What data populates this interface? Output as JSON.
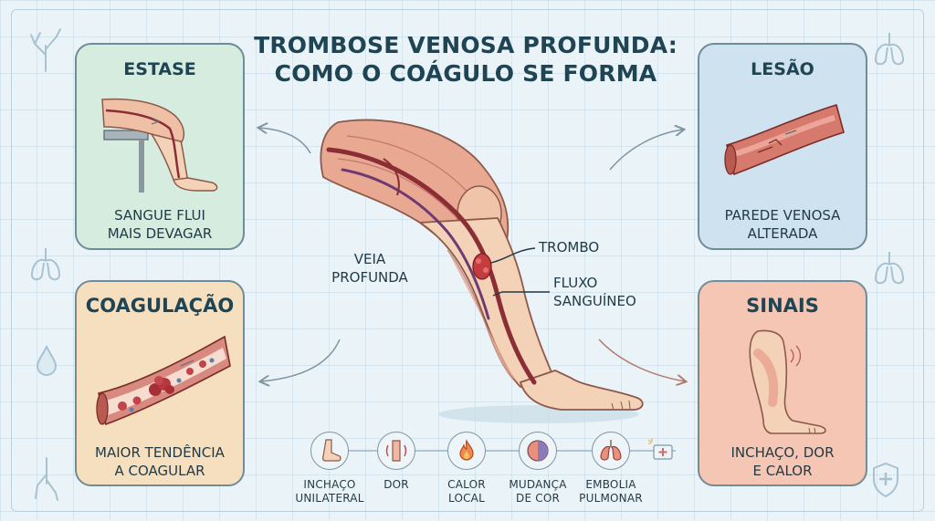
{
  "title": "TROMBOSE VENOSA PROFUNDA:\nCOMO O COÁGULO SE FORMA",
  "cards": {
    "estase": {
      "title": "ESTASE",
      "caption": "SANGUE FLUI\nMAIS DEVAGAR",
      "color": "#d6ecdf"
    },
    "lesao": {
      "title": "LESÃO",
      "caption": "PAREDE VENOSA\nALTERADA",
      "color": "#cfe2ef"
    },
    "coagulacao": {
      "title": "COAGULAÇÃO",
      "caption": "MAIOR TENDÊNCIA\nA COAGULAR",
      "color": "#f6dfbf"
    },
    "sinais": {
      "title": "SINAIS",
      "caption": "INCHAÇO, DOR\nE CALOR",
      "color": "#f5c6b3"
    }
  },
  "leg_labels": {
    "veia_profunda": "VEIA\nPROFUNDA",
    "trombo": "TROMBO",
    "fluxo": "FLUXO\nSANGUÍNEO"
  },
  "signs": [
    {
      "label": "INCHAÇO\nUNILATERAL",
      "icon": "swollen-foot-icon"
    },
    {
      "label": "DOR",
      "icon": "pain-leg-icon"
    },
    {
      "label": "CALOR\nLOCAL",
      "icon": "flame-icon"
    },
    {
      "label": "MUDANÇA\nDE COR",
      "icon": "color-change-icon"
    },
    {
      "label": "EMBOLIA\nPULMONAR",
      "icon": "lungs-icon"
    }
  ],
  "colors": {
    "title": "#1f4454",
    "vein": "#8a2d35",
    "thrombus": "#c43c3c",
    "skin": "#f3d2b8"
  }
}
